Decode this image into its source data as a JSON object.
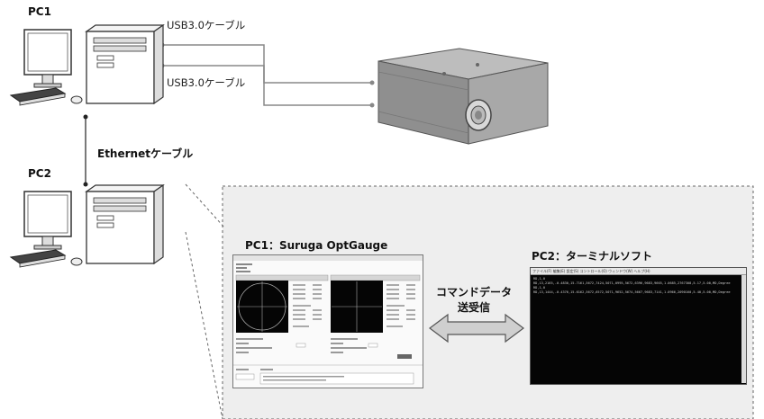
{
  "labels": {
    "pc1": "PC1",
    "pc2": "PC2",
    "usb_cable_top": "USB3.0ケーブル",
    "usb_cable_bottom": "USB3.0ケーブル",
    "ethernet_cable": "Ethernetケーブル",
    "pc1_software": "PC1：Suruga OptGauge",
    "pc2_software": "PC2：ターミナルソフト",
    "command_line1": "コマンドデータ",
    "command_line2": "送受信"
  },
  "terminal": {
    "menu": "ファイル(F)  編集(E)  設定(S)  コントロール(O)  ウィンドウ(W)  ヘルプ(H)",
    "lines": [
      "RD,1,0",
      "RD,13,2165,-0.4830,15.7161,5672,7424,5071,0995,5672,6396,9683,9665,1.0685,2767308,5.17,5.00,MD,Degree",
      "RD,1,0",
      "RD,13,1444,-0.4376,15.6162,5672,6572,5071,9652,5674,5667,9683,7141,1.0966,2090160,5.40,5.00,MD,Degree"
    ]
  },
  "colors": {
    "inset_bg": "#eeeeee",
    "cable": "#888888",
    "terminal_bg": "#050505",
    "arrow": "#555555"
  }
}
